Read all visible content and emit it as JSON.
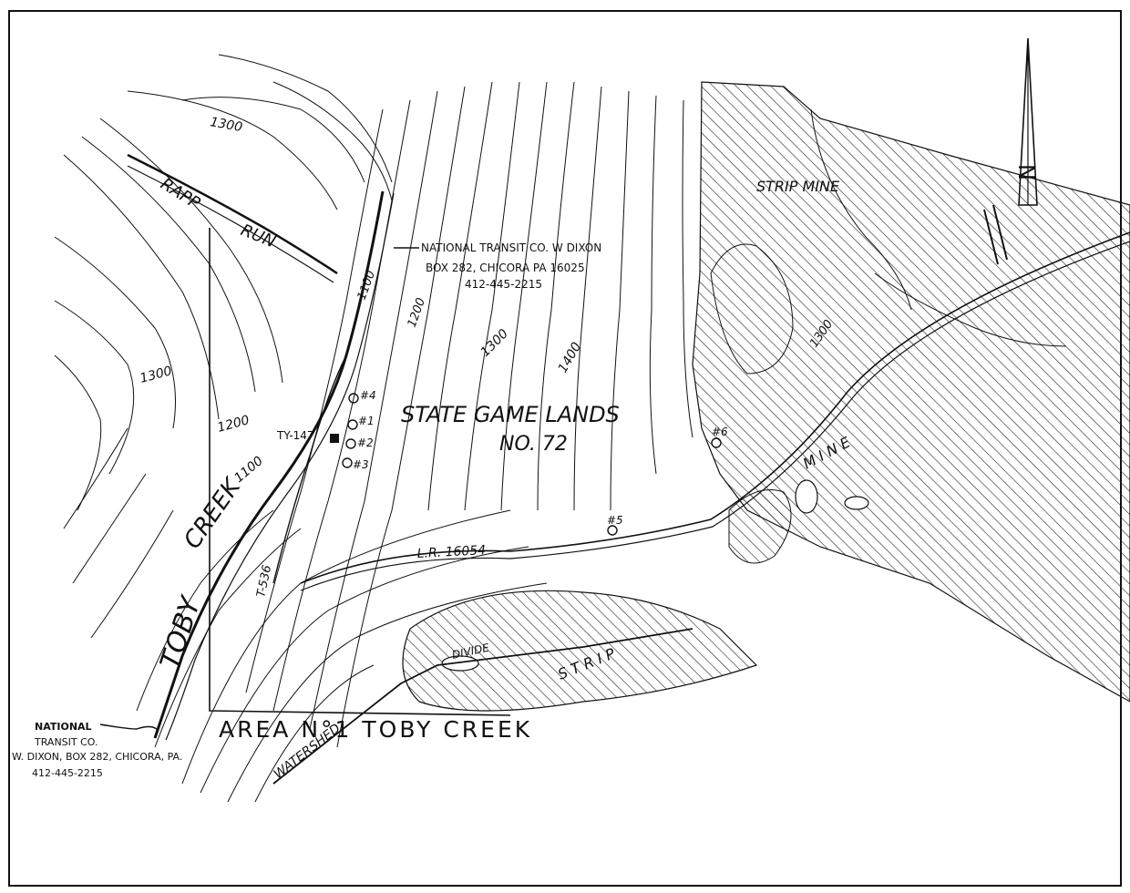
{
  "map": {
    "caption": "AREA N°1 TOBY CREEK",
    "north_label": "N",
    "streams": {
      "rapp_run_1": "RAPP",
      "rapp_run_2": "RUN",
      "toby_creek_1": "TOBY",
      "toby_creek_2": "CREEK"
    },
    "area_labels": {
      "game_lands_line1": "STATE GAME LANDS",
      "game_lands_line2": "NO. 72",
      "strip_mine_top": "STRIP MINE",
      "strip_mine_side": "M I N E",
      "strip_lower": "S T R I P",
      "divide": "DIVIDE",
      "watershed": "WATERSHED"
    },
    "roads": {
      "lr": "L.R. 16054",
      "township": "T-536"
    },
    "contour_labels": [
      "1300",
      "1100",
      "1200",
      "1300",
      "1400",
      "1300",
      "1300",
      "1200",
      "1100"
    ],
    "wells": [
      "#4",
      "#1",
      "#2",
      "#3",
      "#5",
      "#6"
    ],
    "point_label": "TY-147",
    "notes": {
      "top_line1": "NATIONAL TRANSIT CO. W DIXON",
      "top_line2": "BOX 282, CHICORA PA 16025",
      "top_line3": "412-445-2215",
      "bottom_line1": "NATIONAL",
      "bottom_line2": "TRANSIT CO.",
      "bottom_line3": "W. DIXON, BOX 282, CHICORA, PA.",
      "bottom_line4": "412-445-2215"
    }
  }
}
